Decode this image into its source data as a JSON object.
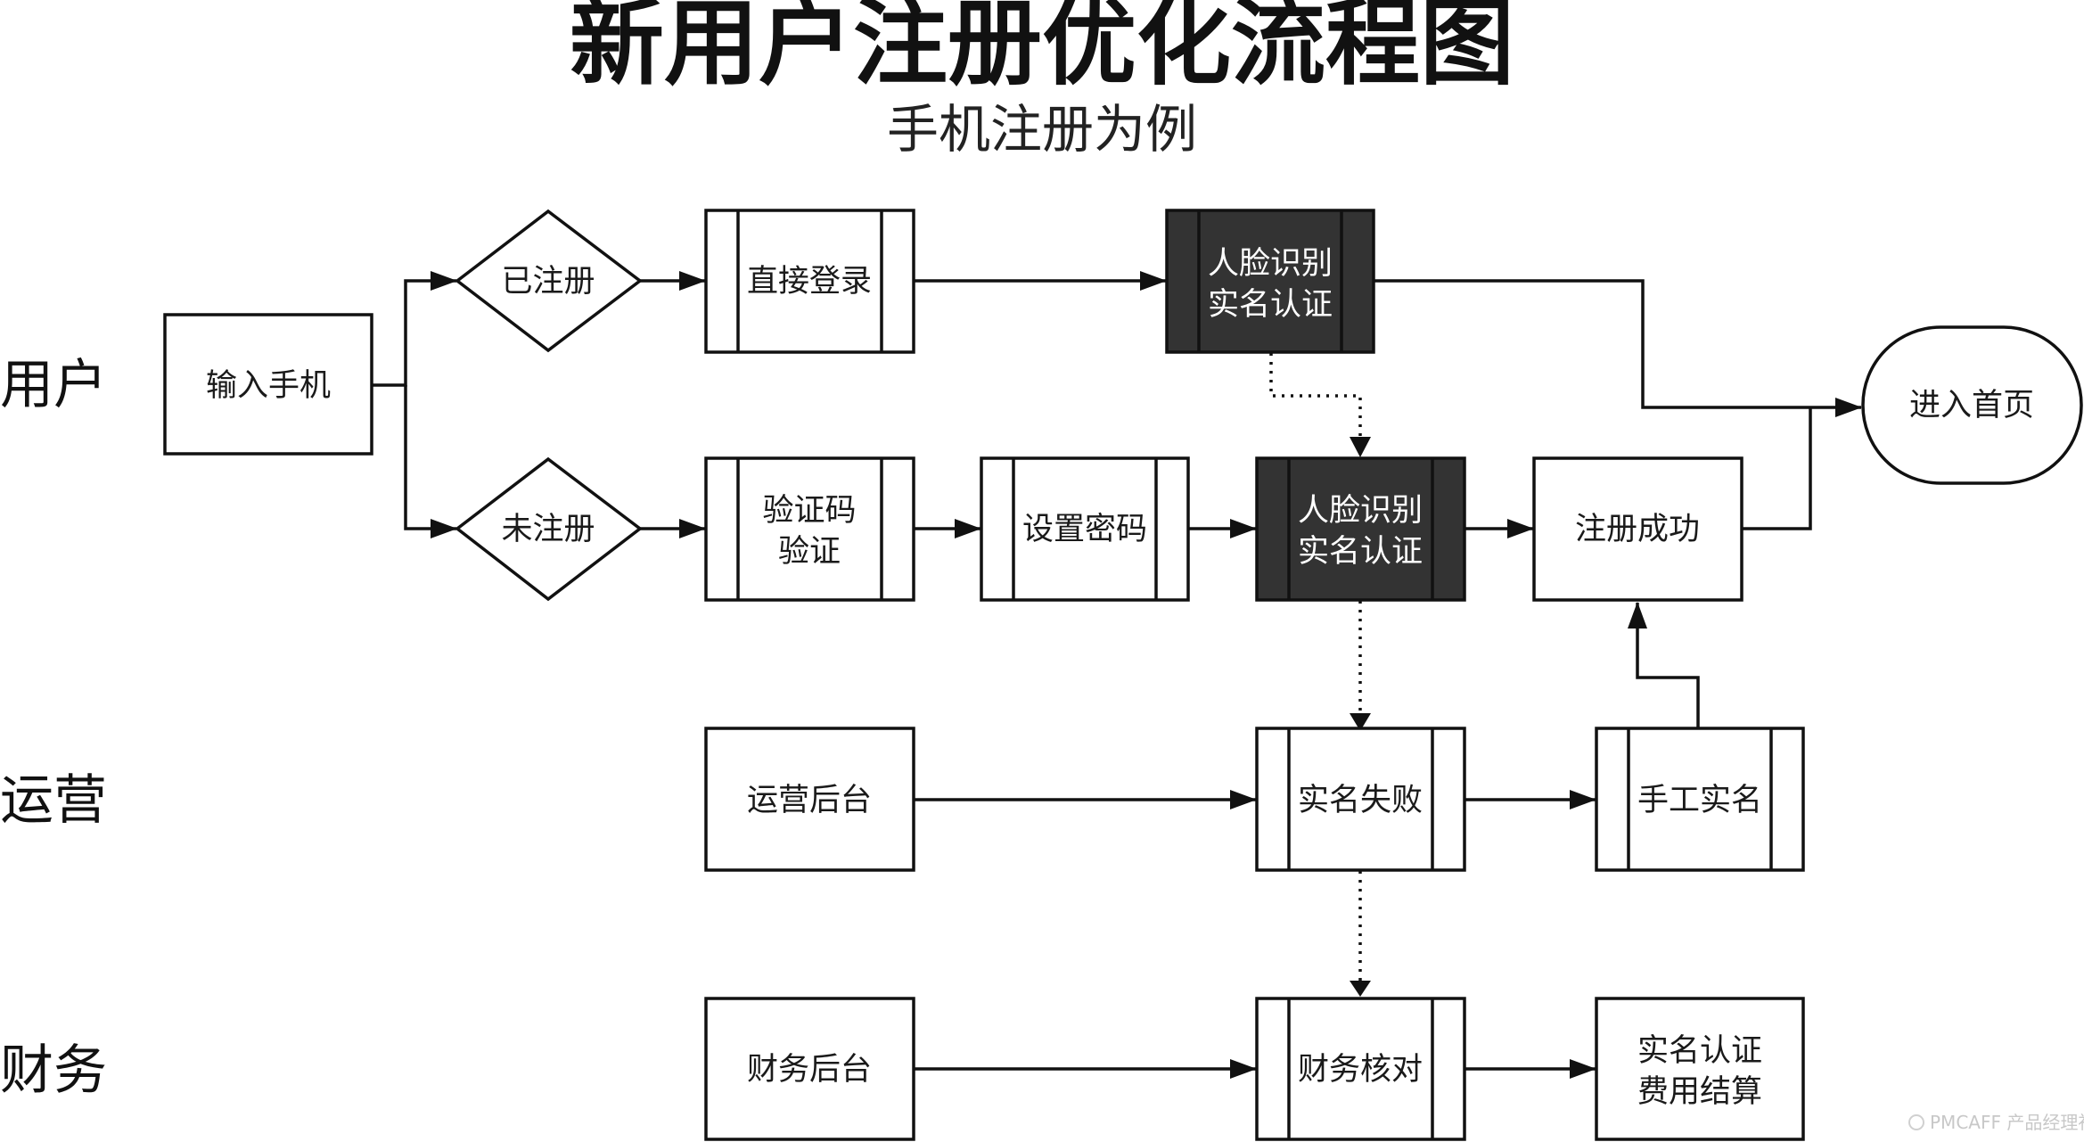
{
  "title": "新用户注册优化流程图",
  "subtitle": "手机注册为例",
  "lanes": {
    "user": "用户",
    "ops": "运营",
    "finance": "财务"
  },
  "nodes": {
    "input_phone": "输入手机",
    "registered": "已注册",
    "unregistered": "未注册",
    "direct_login": "直接登录",
    "face_auth_top": [
      "人脸识别",
      "实名认证"
    ],
    "verify_code": [
      "验证码",
      "验证"
    ],
    "set_password": "设置密码",
    "face_auth_mid": [
      "人脸识别",
      "实名认证"
    ],
    "register_success": "注册成功",
    "enter_home": "进入首页",
    "ops_backend": "运营后台",
    "auth_failed": "实名失败",
    "manual_auth": "手工实名",
    "finance_backend": "财务后台",
    "finance_check": "财务核对",
    "settlement": [
      "实名认证",
      "费用结算"
    ]
  },
  "watermark": "PMCAFF 产品经理社区",
  "colors": {
    "dark_fill": "#333333",
    "stroke": "#111111",
    "background": "#ffffff"
  }
}
